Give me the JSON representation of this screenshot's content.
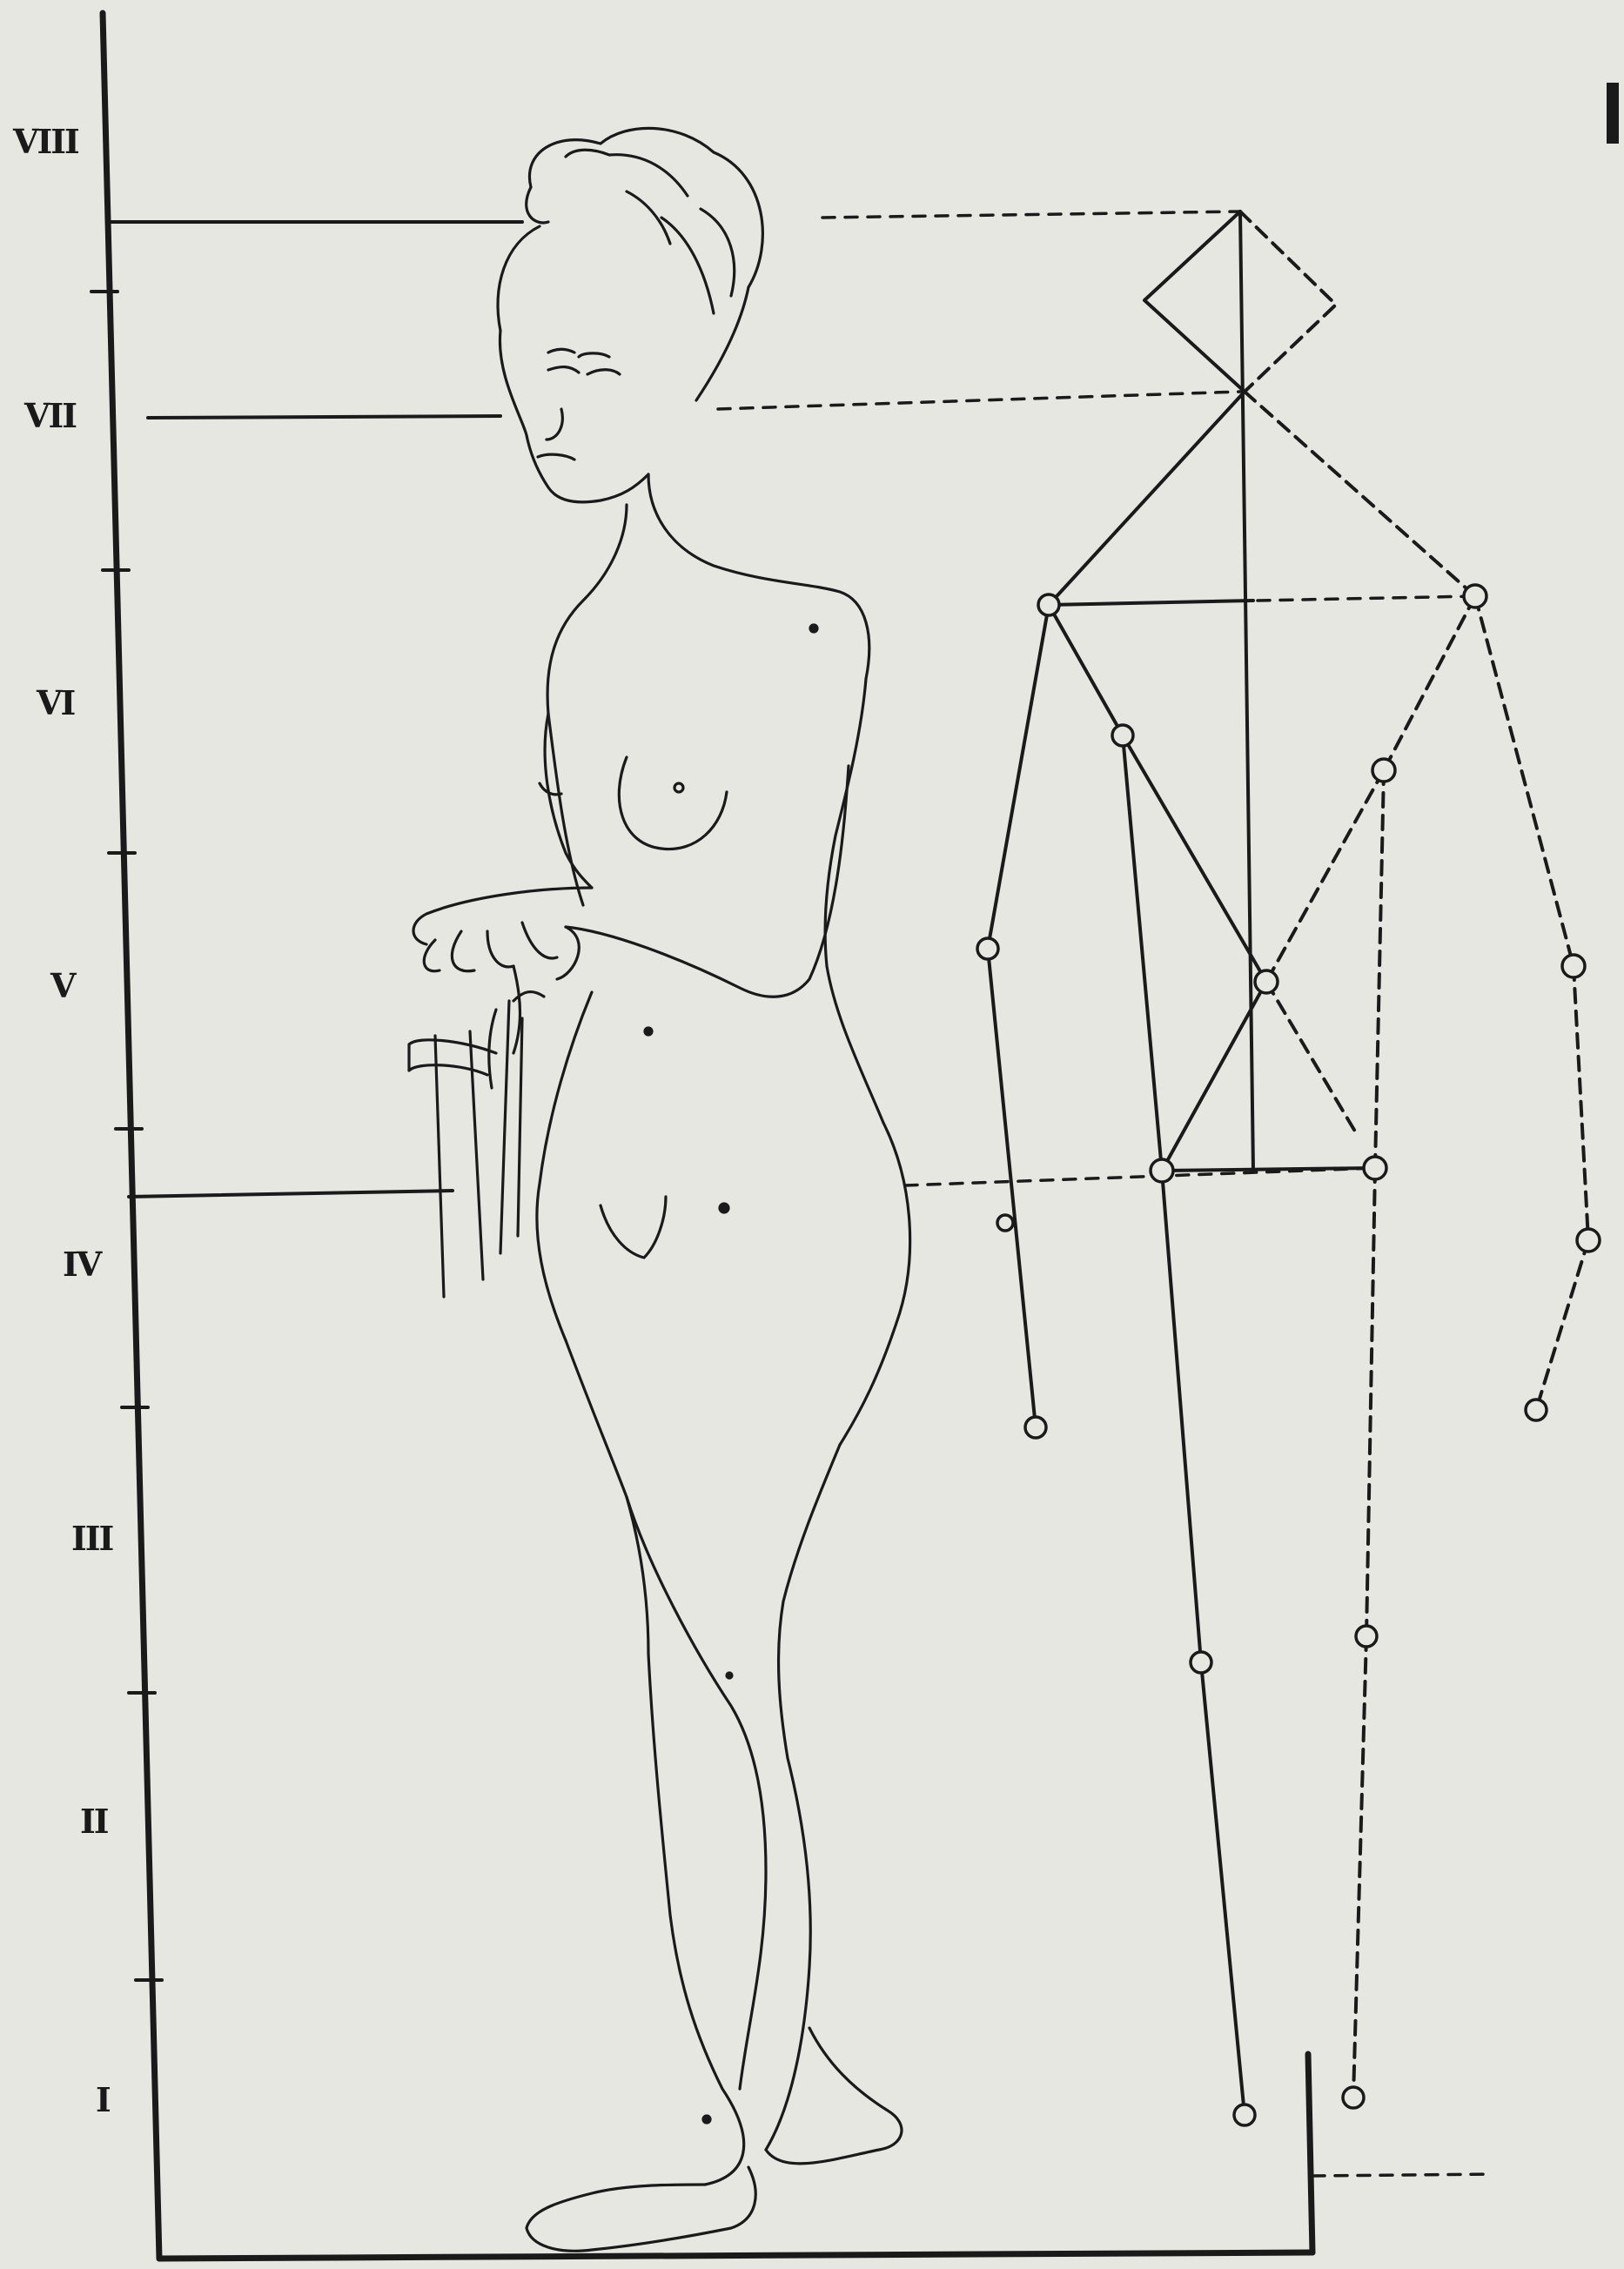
{
  "ruler": {
    "labels": [
      "VIII",
      "VII",
      "VI",
      "V",
      "IV",
      "III",
      "II",
      "I"
    ]
  },
  "colors": {
    "paper": "#e7e7e2",
    "ink": "#1a1a1a"
  }
}
